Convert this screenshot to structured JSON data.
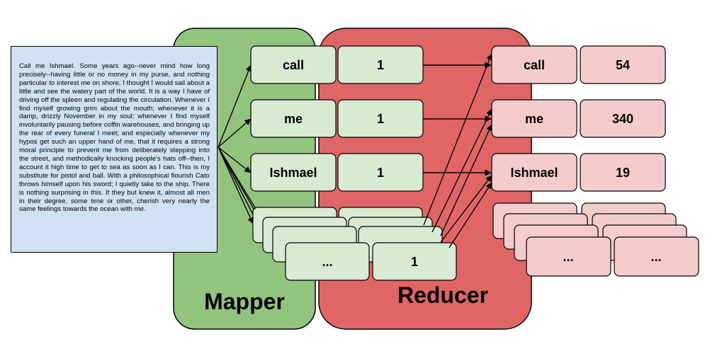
{
  "source_text": "Call me Ishmael. Some years ago--never mind how long precisely--having little or no money in my purse, and nothing particular to interest me on shore, I thought I would sail about a little and see the watery part of the world. It is a way I have of driving off the spleen and regulating the circulation. Whenever I find myself growing grim about the mouth; whenever it is a damp, drizzly November in my soul; whenever I find myself involuntarily pausing before coffin warehouses, and bringing up the rear of every funeral I meet; and especially whenever my hypos get such an upper hand of me, that it requires a strong moral principle to prevent me from deliberately stepping into the street, and methodically knocking people's hats off--then, I account it high time to get to sea as soon as I can. This is my substitute for pistol and ball. With a philosophical flourish Cato throws himself upon his sword; I quietly take to the ship. There is nothing surprising in this. If they but knew it, almost all men in their degree, some time or other, cherish very nearly the same feelings towards the ocean with me.",
  "mapper": {
    "title": "Mapper",
    "color": "#93c47d",
    "pairs": [
      {
        "key": "call",
        "value": "1"
      },
      {
        "key": "me",
        "value": "1"
      },
      {
        "key": "Ishmael",
        "value": "1"
      },
      {
        "key": "...",
        "value": "1"
      }
    ]
  },
  "reducer": {
    "title": "Reducer",
    "color": "#e06666",
    "results": [
      {
        "key": "call",
        "value": "54"
      },
      {
        "key": "me",
        "value": "340"
      },
      {
        "key": "Ishmael",
        "value": "19"
      },
      {
        "key": "...",
        "value": "..."
      }
    ]
  },
  "colors": {
    "text_box": "#cfe2f3",
    "mapper_pair": "#d9ead3",
    "reducer_pair": "#f4cccc",
    "stroke": "#000000"
  }
}
